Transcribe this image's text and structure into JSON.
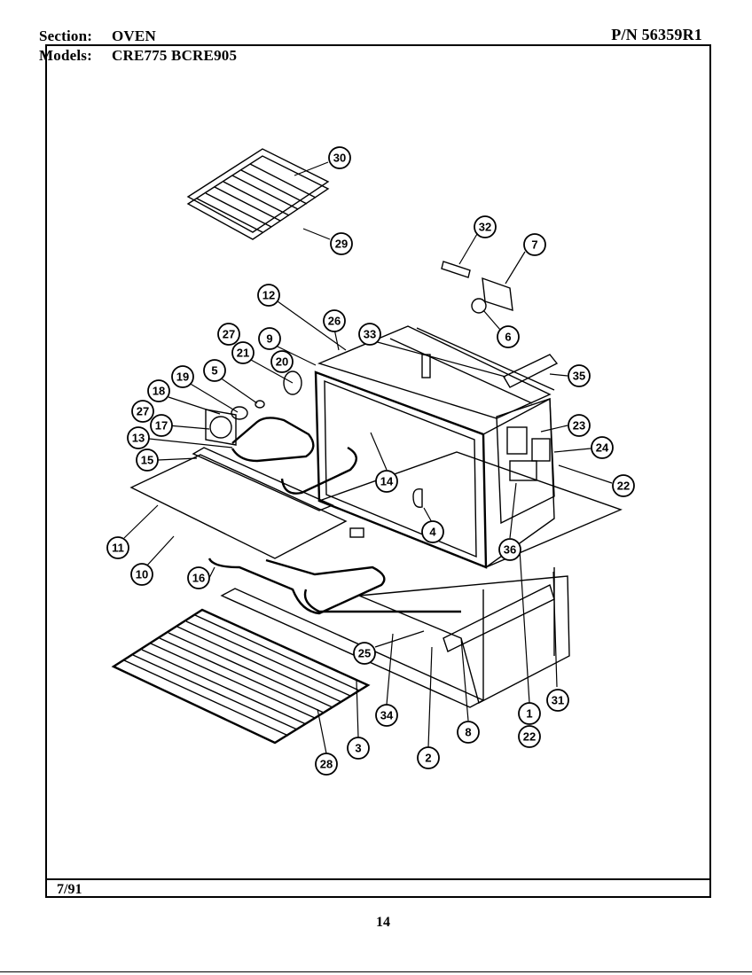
{
  "header": {
    "section_label": "Section:",
    "section_value": "OVEN",
    "part_number": "P/N 56359R1",
    "models_label": "Models:",
    "models_value": "CRE775  BCRE905"
  },
  "footer": {
    "date": "7/91",
    "page_number": "14"
  },
  "callouts": [
    "30",
    "29",
    "32",
    "7",
    "6",
    "12",
    "26",
    "33",
    "35",
    "27",
    "21",
    "9",
    "20",
    "5",
    "19",
    "18",
    "27",
    "17",
    "13",
    "15",
    "14",
    "23",
    "24",
    "22",
    "4",
    "36",
    "11",
    "10",
    "16",
    "25",
    "34",
    "8",
    "1",
    "22",
    "31",
    "2",
    "3",
    "28"
  ]
}
